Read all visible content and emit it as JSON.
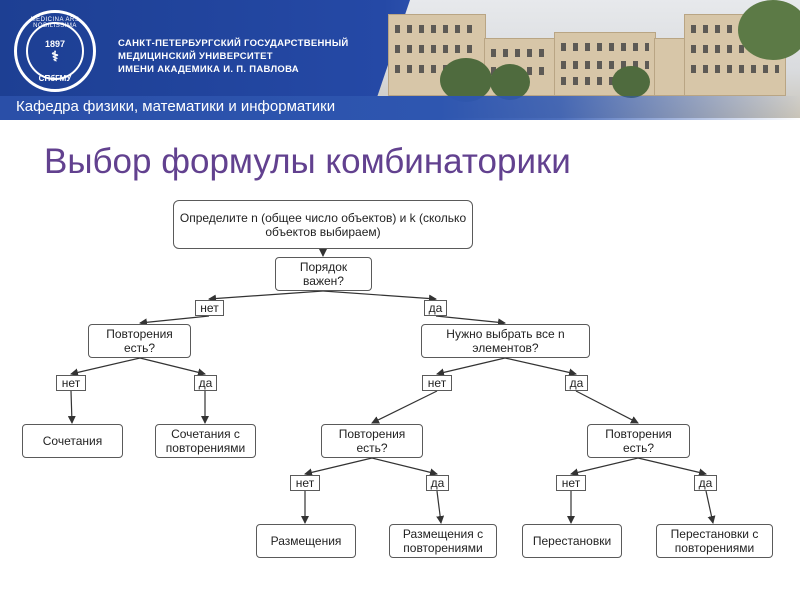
{
  "header": {
    "logo_year": "1897",
    "logo_motto": "MEDICINA ARS NOBILISSIMA",
    "logo_abbr": "СПбГМУ",
    "university_lines": [
      "САНКТ-ПЕТЕРБУРГСКИЙ ГОСУДАРСТВЕННЫЙ",
      "МЕДИЦИНСКИЙ УНИВЕРСИТЕТ",
      "ИМЕНИ АКАДЕМИКА И. П. ПАВЛОВА"
    ],
    "department": "Кафедра физики, математики и информатики"
  },
  "title": "Выбор формулы комбинаторики",
  "flowchart": {
    "nodes": {
      "start": "Определите n (общее число объектов) и k (сколько объектов выбираем)",
      "order": "Порядок важен?",
      "rep_left": "Повторения есть?",
      "all_n": "Нужно выбрать все n элементов?",
      "combinations": "Сочетания",
      "combinations_rep": "Сочетания с повторениями",
      "rep_mid": "Повторения есть?",
      "rep_right": "Повторения есть?",
      "arrangements": "Размещения",
      "arrangements_rep": "Размещения с повторениями",
      "permutations": "Перестановки",
      "permutations_rep": "Перестановки с повторениями"
    },
    "labels": {
      "no": "нет",
      "yes": "да"
    }
  },
  "colors": {
    "title": "#62418f",
    "banner": "#2549a6",
    "border": "#5a5a5a"
  }
}
